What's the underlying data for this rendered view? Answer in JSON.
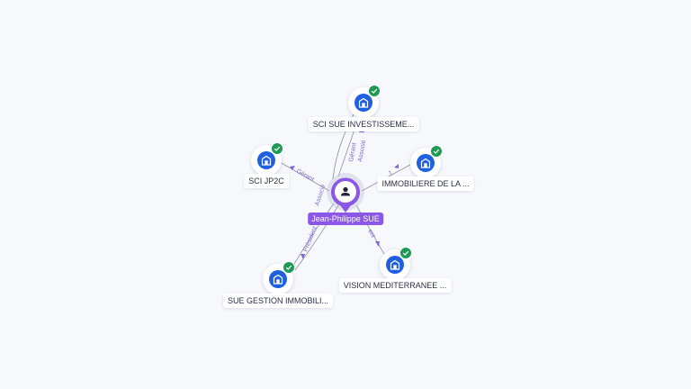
{
  "person": {
    "name": "Jean-Philippe SUE",
    "icon": "person-icon",
    "color": "#8a57e6"
  },
  "companies": [
    {
      "id": "sci-sue-investissements",
      "label": "SCI SUE INVESTISSEME...",
      "icon": "building-icon",
      "badge": "verified-check-icon"
    },
    {
      "id": "sci-jp2c",
      "label": "SCI JP2C",
      "icon": "building-icon",
      "badge": "verified-check-icon"
    },
    {
      "id": "immobiliere-de-la",
      "label": "IMMOBILIERE DE LA ...",
      "icon": "building-icon",
      "badge": "verified-check-icon"
    },
    {
      "id": "sue-gestion-immobiliere",
      "label": "SUE GESTION IMMOBILI...",
      "icon": "building-icon",
      "badge": "verified-check-icon"
    },
    {
      "id": "vision-mediterranee",
      "label": "VISION MEDITERRANEE ...",
      "icon": "building-icon",
      "badge": "verified-check-icon"
    }
  ],
  "relations": [
    {
      "to": "sci-sue-investissements",
      "labels": [
        "Gérant",
        "Associé"
      ]
    },
    {
      "to": "sci-jp2c",
      "labels": [
        "Gérant",
        "Associé"
      ]
    },
    {
      "to": "immobiliere-de-la",
      "labels": [
        "t"
      ]
    },
    {
      "to": "sue-gestion-immobiliere",
      "labels": [
        "Président"
      ]
    },
    {
      "to": "vision-mediterranee",
      "labels": [
        "ent"
      ]
    }
  ],
  "colors": {
    "background": "#f7f8fc",
    "company_icon": "#1f5fe0",
    "verified_badge": "#1f9a55",
    "edge_label": "#7a6ad0"
  }
}
